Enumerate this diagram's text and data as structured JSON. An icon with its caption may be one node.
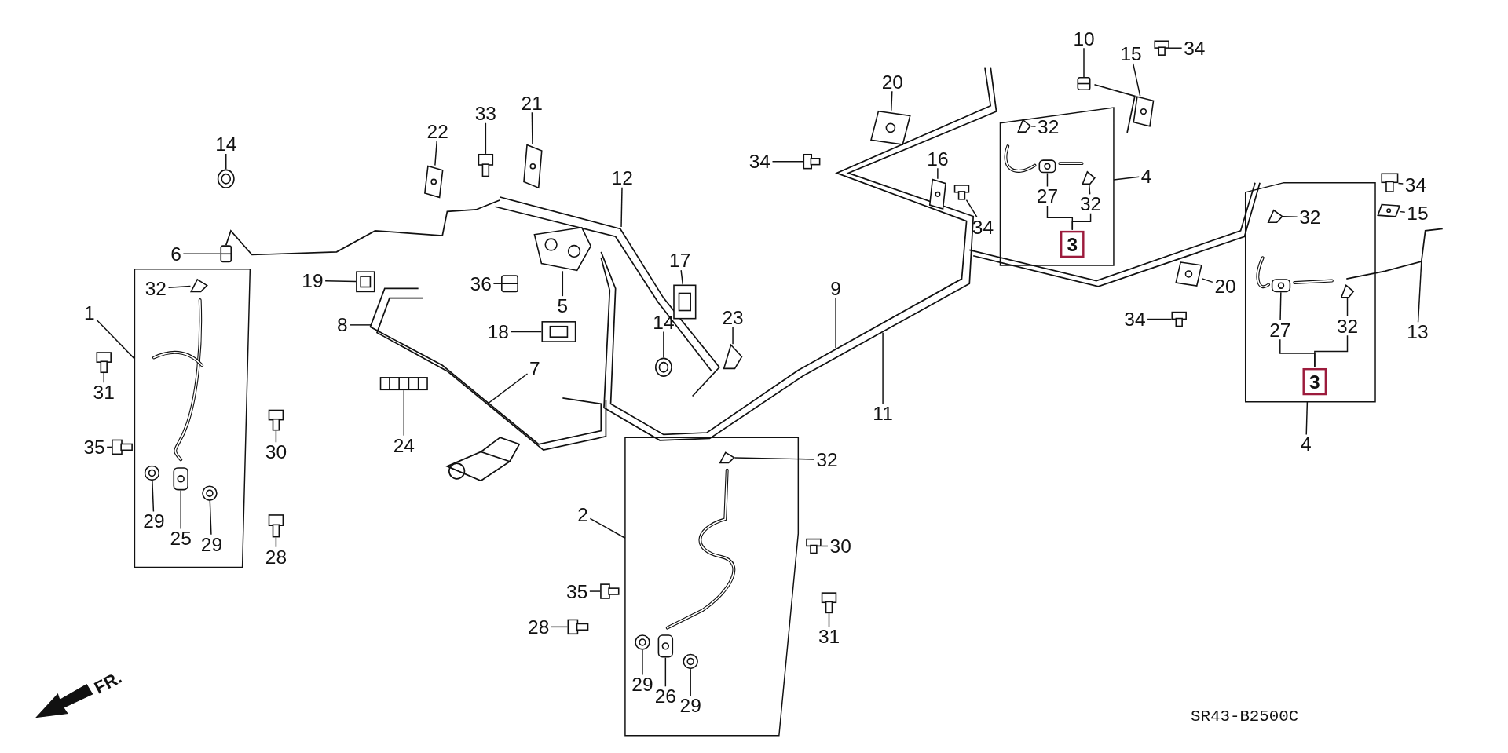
{
  "diagram": {
    "nodes": [
      {
        "text": [
          "14"
        ]
      },
      {
        "text": [],
        "shape": "picture"
      },
      {
        "text": [
          "6"
        ]
      },
      {
        "text": [],
        "shape": "picture"
      },
      {
        "text": [
          "1"
        ]
      },
      {
        "text": [],
        "shape": "box"
      },
      {
        "text": [
          "32"
        ],
        "in": 5
      },
      {
        "text": [],
        "shape": "picture",
        "in": 5
      },
      {
        "text": [
          "29"
        ],
        "in": 5
      },
      {
        "text": [],
        "shape": "picture",
        "in": 5
      },
      {
        "text": [
          "25"
        ],
        "in": 5
      },
      {
        "text": [],
        "shape": "picture",
        "in": 5
      },
      {
        "text": [
          "29"
        ],
        "in": 5
      },
      {
        "text": [],
        "shape": "picture",
        "in": 5
      },
      {
        "text": [
          "31"
        ]
      },
      {
        "text": [],
        "shape": "picture"
      },
      {
        "text": [
          "35"
        ]
      },
      {
        "text": [],
        "shape": "picture"
      },
      {
        "text": [
          "30"
        ]
      },
      {
        "text": [],
        "shape": "picture"
      },
      {
        "text": [
          "28"
        ]
      },
      {
        "text": [],
        "shape": "picture"
      },
      {
        "text": [
          "22"
        ]
      },
      {
        "text": [],
        "shape": "picture"
      },
      {
        "text": [
          "33"
        ]
      },
      {
        "text": [],
        "shape": "picture"
      },
      {
        "text": [
          "21"
        ]
      },
      {
        "text": [],
        "shape": "picture"
      },
      {
        "text": [
          "12"
        ]
      },
      {
        "text": [
          "19"
        ]
      },
      {
        "text": [],
        "shape": "picture"
      },
      {
        "text": [
          "36"
        ]
      },
      {
        "text": [],
        "shape": "picture"
      },
      {
        "text": [
          "5"
        ]
      },
      {
        "text": [],
        "shape": "picture"
      },
      {
        "text": [
          "8"
        ]
      },
      {
        "text": [
          "18"
        ]
      },
      {
        "text": [],
        "shape": "picture"
      },
      {
        "text": [
          "17"
        ]
      },
      {
        "text": [],
        "shape": "picture"
      },
      {
        "text": [
          "14"
        ]
      },
      {
        "text": [],
        "shape": "picture"
      },
      {
        "text": [
          "23"
        ]
      },
      {
        "text": [],
        "shape": "picture"
      },
      {
        "text": [
          "7"
        ]
      },
      {
        "text": [
          "24"
        ]
      },
      {
        "text": [],
        "shape": "picture"
      },
      {
        "text": [
          "9"
        ]
      },
      {
        "text": [
          "11"
        ]
      },
      {
        "text": [
          "20"
        ]
      },
      {
        "text": [],
        "shape": "picture"
      },
      {
        "text": [
          "34"
        ]
      },
      {
        "text": [],
        "shape": "picture"
      },
      {
        "text": [
          "16"
        ]
      },
      {
        "text": [],
        "shape": "picture"
      },
      {
        "text": [
          "34"
        ]
      },
      {
        "text": [],
        "shape": "picture"
      },
      {
        "text": [
          "10"
        ]
      },
      {
        "text": [],
        "shape": "picture"
      },
      {
        "text": [
          "15"
        ]
      },
      {
        "text": [],
        "shape": "picture"
      },
      {
        "text": [
          "34"
        ]
      },
      {
        "text": [],
        "shape": "picture"
      },
      {
        "text": [
          "4"
        ]
      },
      {
        "text": [],
        "shape": "box"
      },
      {
        "text": [
          "32"
        ],
        "in": 64
      },
      {
        "text": [],
        "shape": "picture",
        "in": 64
      },
      {
        "text": [
          "27"
        ],
        "in": 64
      },
      {
        "text": [],
        "shape": "picture",
        "in": 64
      },
      {
        "text": [
          "32"
        ],
        "in": 64
      },
      {
        "text": [],
        "shape": "picture",
        "in": 64
      },
      {
        "text": [
          "3"
        ],
        "in": 64
      },
      {
        "text": [],
        "shape": "box"
      },
      {
        "text": [
          "32"
        ],
        "in": 72
      },
      {
        "text": [],
        "shape": "picture",
        "in": 72
      },
      {
        "text": [
          "27"
        ],
        "in": 72
      },
      {
        "text": [],
        "shape": "picture",
        "in": 72
      },
      {
        "text": [
          "32"
        ],
        "in": 72
      },
      {
        "text": [],
        "shape": "picture",
        "in": 72
      },
      {
        "text": [
          "3"
        ],
        "in": 72
      },
      {
        "text": [
          "4"
        ]
      },
      {
        "text": [
          "34"
        ]
      },
      {
        "text": [],
        "shape": "picture"
      },
      {
        "text": [
          "15"
        ]
      },
      {
        "text": [],
        "shape": "picture"
      },
      {
        "text": [
          "13"
        ]
      },
      {
        "text": [
          "20"
        ]
      },
      {
        "text": [],
        "shape": "picture"
      },
      {
        "text": [
          "34"
        ]
      },
      {
        "text": [],
        "shape": "picture"
      },
      {
        "text": [
          "2"
        ]
      },
      {
        "text": [],
        "shape": "box"
      },
      {
        "text": [
          "32"
        ]
      },
      {
        "text": [],
        "shape": "picture",
        "in": 91
      },
      {
        "text": [
          "29"
        ],
        "in": 91
      },
      {
        "text": [],
        "shape": "picture",
        "in": 91
      },
      {
        "text": [
          "26"
        ],
        "in": 91
      },
      {
        "text": [],
        "shape": "picture",
        "in": 91
      },
      {
        "text": [
          "29"
        ],
        "in": 91
      },
      {
        "text": [],
        "shape": "picture",
        "in": 91
      },
      {
        "text": [
          "30"
        ]
      },
      {
        "text": [],
        "shape": "picture"
      },
      {
        "text": [
          "35"
        ]
      },
      {
        "text": [],
        "shape": "picture"
      },
      {
        "text": [
          "28"
        ]
      },
      {
        "text": [],
        "shape": "picture"
      },
      {
        "text": [
          "31"
        ]
      },
      {
        "text": [],
        "shape": "picture"
      }
    ],
    "edges": [
      {
        "from": 0,
        "to": 1,
        "arrow": "none"
      },
      {
        "from": 2,
        "to": 3,
        "arrow": "none"
      },
      {
        "from": 4,
        "to": 5,
        "arrow": "none"
      },
      {
        "from": 6,
        "to": 7,
        "arrow": "none"
      },
      {
        "from": 8,
        "to": 9,
        "arrow": "none"
      },
      {
        "from": 10,
        "to": 11,
        "arrow": "none"
      },
      {
        "from": 12,
        "to": 13,
        "arrow": "none"
      },
      {
        "from": 14,
        "to": 15,
        "arrow": "none"
      },
      {
        "from": 16,
        "to": 17,
        "arrow": "none"
      },
      {
        "from": 18,
        "to": 19,
        "arrow": "none"
      },
      {
        "from": 20,
        "to": 21,
        "arrow": "none"
      },
      {
        "from": 22,
        "to": 23,
        "arrow": "none"
      },
      {
        "from": 24,
        "to": 25,
        "arrow": "none"
      },
      {
        "from": 26,
        "to": 27,
        "arrow": "none"
      },
      {
        "from": 28,
        "to": null,
        "arrow": "none"
      },
      {
        "from": 29,
        "to": 30,
        "arrow": "none"
      },
      {
        "from": 31,
        "to": 32,
        "arrow": "none"
      },
      {
        "from": 33,
        "to": 34,
        "arrow": "none"
      },
      {
        "from": 35,
        "to": null,
        "arrow": "none"
      },
      {
        "from": 36,
        "to": 37,
        "arrow": "none"
      },
      {
        "from": 38,
        "to": 39,
        "arrow": "none"
      },
      {
        "from": 40,
        "to": 41,
        "arrow": "none"
      },
      {
        "from": 42,
        "to": 43,
        "arrow": "none"
      },
      {
        "from": 44,
        "to": null,
        "arrow": "none"
      },
      {
        "from": 45,
        "to": 46,
        "arrow": "none"
      },
      {
        "from": 47,
        "to": null,
        "arrow": "none"
      },
      {
        "from": 48,
        "to": null,
        "arrow": "none"
      },
      {
        "from": 49,
        "to": 50,
        "arrow": "none"
      },
      {
        "from": 51,
        "to": 52,
        "arrow": "none"
      },
      {
        "from": 53,
        "to": 54,
        "arrow": "none"
      },
      {
        "from": 55,
        "to": 56,
        "arrow": "none"
      },
      {
        "from": 57,
        "to": 58,
        "arrow": "none"
      },
      {
        "from": 59,
        "to": 60,
        "arrow": "none"
      },
      {
        "from": 61,
        "to": 62,
        "arrow": "none"
      },
      {
        "from": 63,
        "to": 64,
        "arrow": "none"
      },
      {
        "from": 65,
        "to": 66,
        "arrow": "none"
      },
      {
        "from": 67,
        "to": 68,
        "arrow": "none"
      },
      {
        "from": 69,
        "to": 70,
        "arrow": "none"
      },
      {
        "from": 67,
        "to": 71,
        "arrow": "none"
      },
      {
        "from": 69,
        "to": 71,
        "arrow": "none"
      },
      {
        "from": 73,
        "to": 74,
        "arrow": "none"
      },
      {
        "from": 75,
        "to": 76,
        "arrow": "none"
      },
      {
        "from": 77,
        "to": 78,
        "arrow": "none"
      },
      {
        "from": 75,
        "to": 79,
        "arrow": "none"
      },
      {
        "from": 77,
        "to": 79,
        "arrow": "none"
      },
      {
        "from": 80,
        "to": 72,
        "arrow": "none"
      },
      {
        "from": 81,
        "to": 82,
        "arrow": "none"
      },
      {
        "from": 83,
        "to": 84,
        "arrow": "none"
      },
      {
        "from": 85,
        "to": null,
        "arrow": "none"
      },
      {
        "from": 86,
        "to": 87,
        "arrow": "none"
      },
      {
        "from": 88,
        "to": 89,
        "arrow": "none"
      },
      {
        "from": 90,
        "to": 91,
        "arrow": "none"
      },
      {
        "from": 92,
        "to": 93,
        "arrow": "none"
      },
      {
        "from": 94,
        "to": 95,
        "arrow": "none"
      },
      {
        "from": 96,
        "to": 97,
        "arrow": "none"
      },
      {
        "from": 98,
        "to": 99,
        "arrow": "none"
      },
      {
        "from": 100,
        "to": 101,
        "arrow": "none"
      },
      {
        "from": 102,
        "to": 103,
        "arrow": "none"
      },
      {
        "from": 104,
        "to": 105,
        "arrow": "none"
      },
      {
        "from": 106,
        "to": 107,
        "arrow": "none"
      }
    ],
    "labels": [
      "FR.",
      "SR43-B2500C"
    ]
  }
}
